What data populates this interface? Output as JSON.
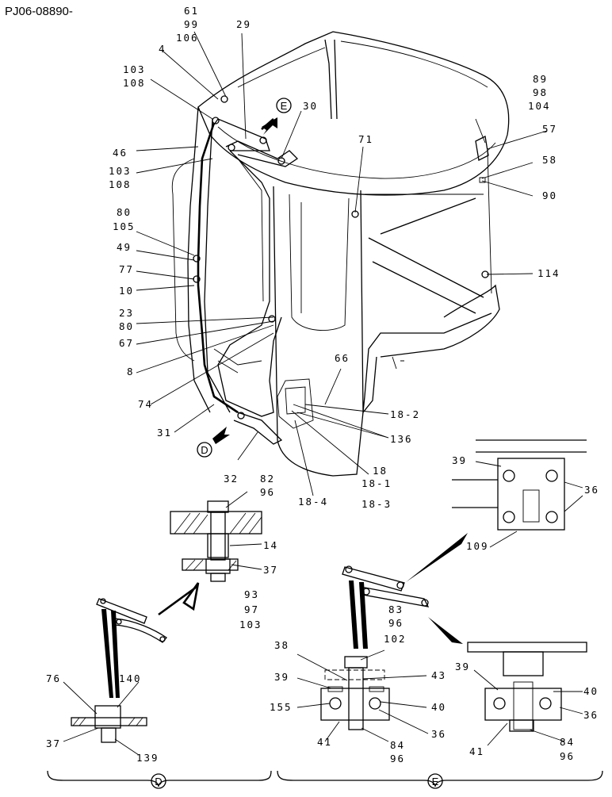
{
  "document_id": "PJ06-08890-",
  "callouts": {
    "top_left": [
      "61",
      "99",
      "106",
      "29",
      "4",
      "103",
      "108",
      "30",
      "46",
      "103",
      "108",
      "80",
      "105",
      "49",
      "77",
      "10",
      "23",
      "80",
      "67",
      "8",
      "74",
      "31",
      "32"
    ],
    "top_right": [
      "89",
      "98",
      "104",
      "57",
      "58",
      "90",
      "71",
      "114",
      "66",
      "18-2",
      "136",
      "18",
      "18-1",
      "18-3",
      "18-4",
      "82",
      "96"
    ],
    "detail_d_upper": [
      "14",
      "37",
      "93",
      "97",
      "103"
    ],
    "detail_d_lower": [
      "76",
      "140",
      "37",
      "139"
    ],
    "detail_e_right_upper": [
      "39",
      "36",
      "109"
    ],
    "detail_e_center": [
      "83",
      "96",
      "102",
      "38",
      "39",
      "43",
      "155",
      "40",
      "36",
      "41",
      "84",
      "96"
    ],
    "detail_e_right_lower": [
      "39",
      "40",
      "36",
      "41",
      "84",
      "96"
    ]
  },
  "view_markers": {
    "arrow_e": "E",
    "arrow_d": "D",
    "group_d": "D",
    "group_e": "E"
  }
}
